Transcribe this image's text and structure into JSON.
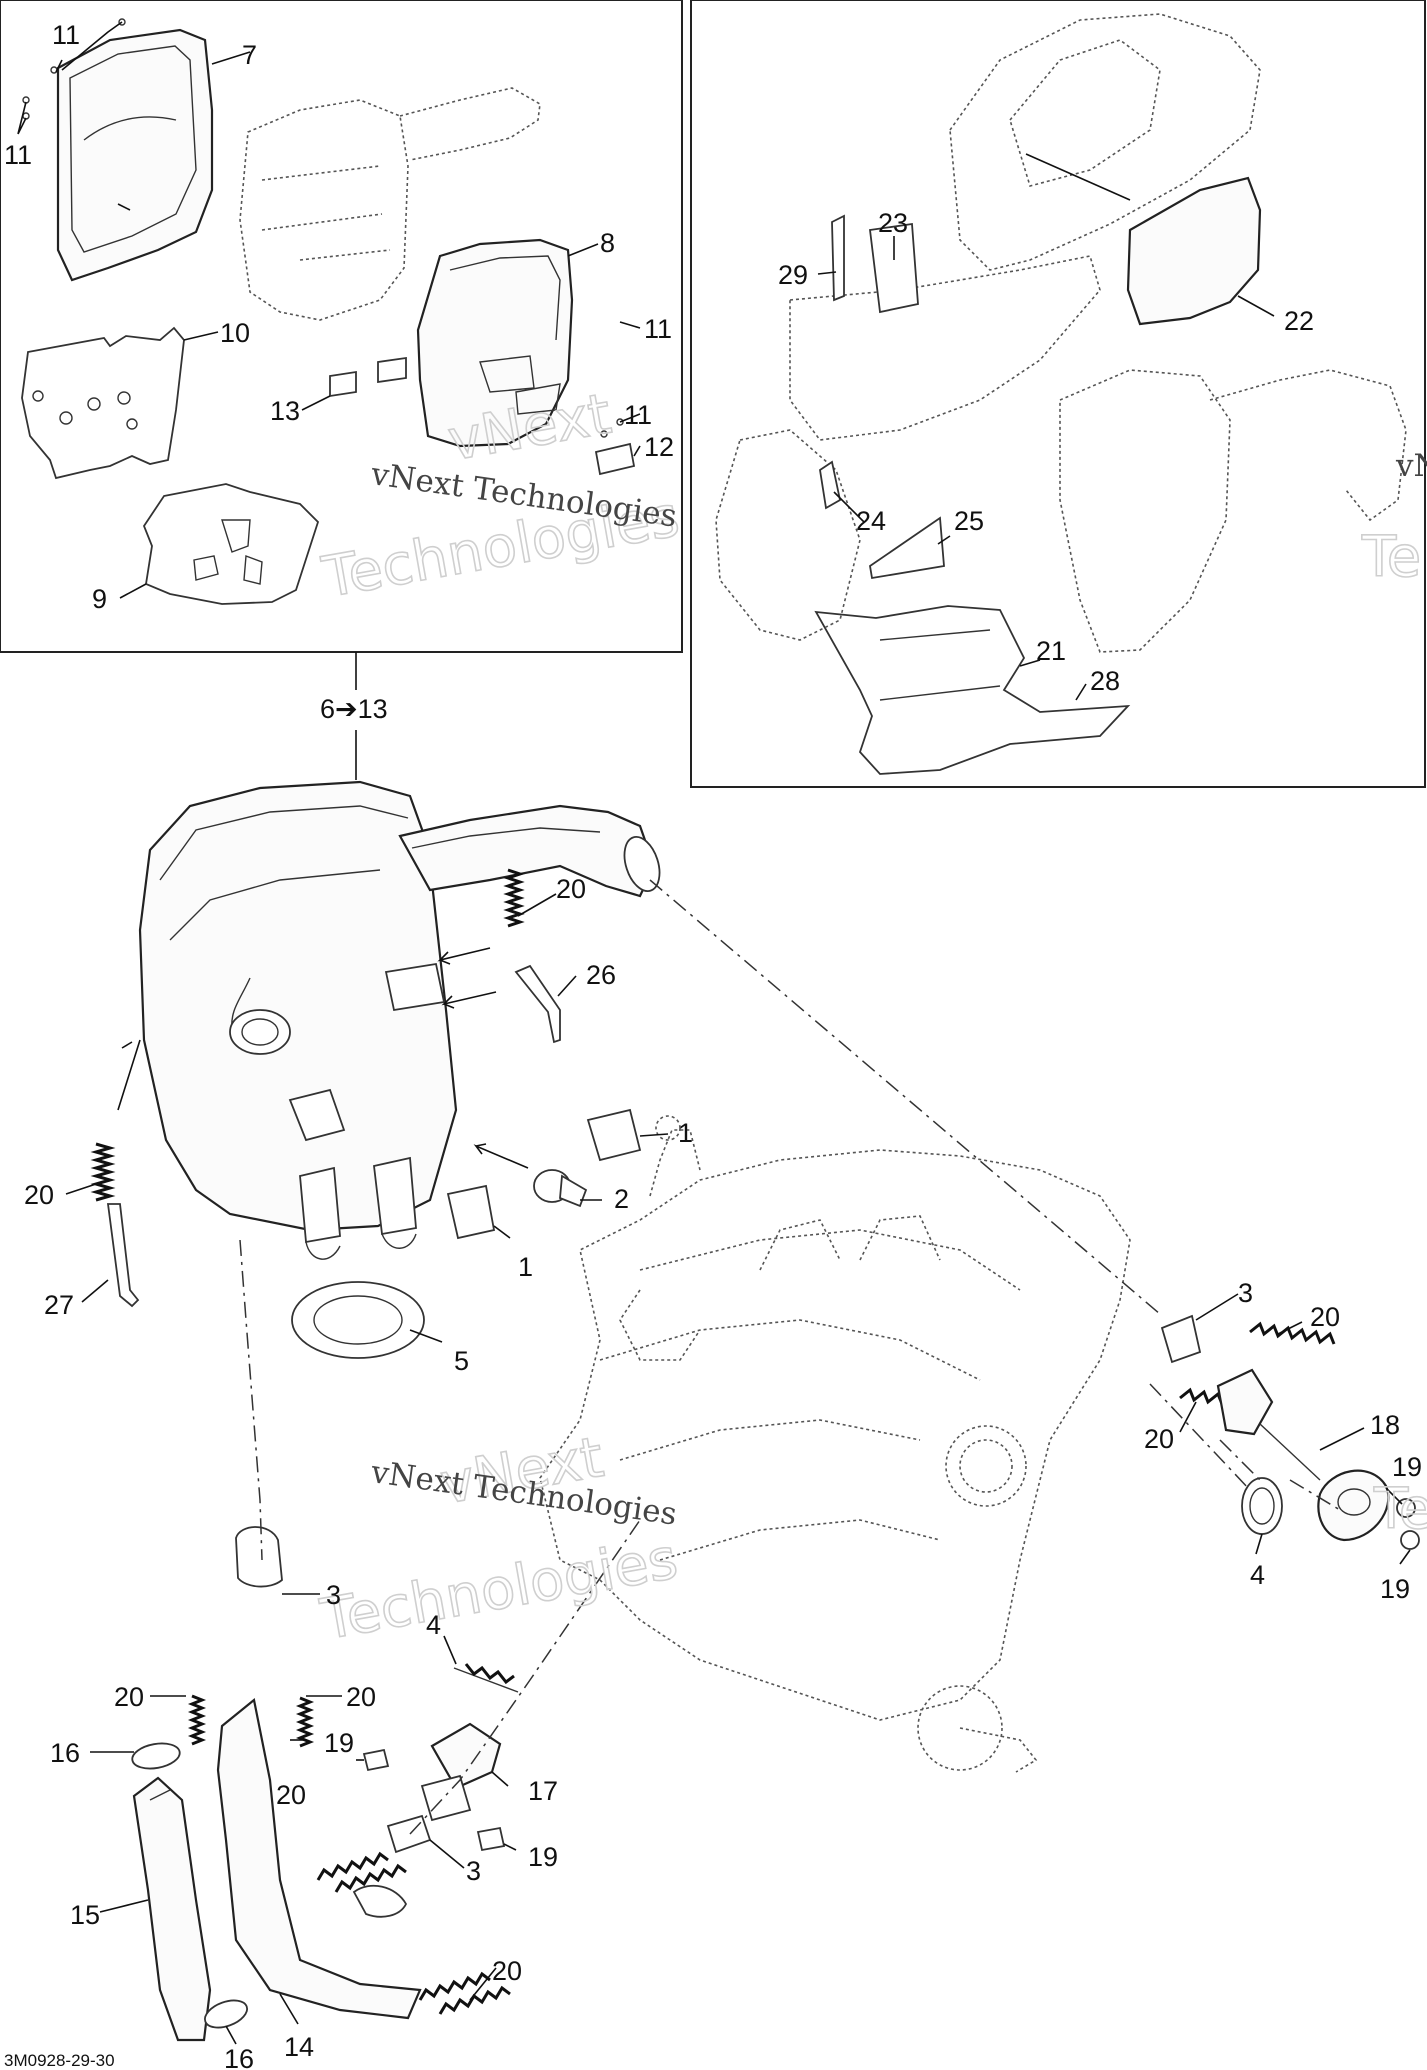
{
  "diagram": {
    "drawing_code": "3M0928-29-30",
    "group_reference": "6➔13",
    "watermark": {
      "main": "vNext Technologies",
      "ghost_top": "vNext",
      "ghost_bottom": "Technologies",
      "edge_fragment_1": "Te",
      "edge_fragment_2": "Te",
      "edge_fragment_3": "vN"
    },
    "callouts": {
      "c7": "7",
      "c11a": "11",
      "c11b": "11",
      "c10": "10",
      "c8": "8",
      "c11c": "11",
      "c11d": "11",
      "c12": "12",
      "c13": "13",
      "c9": "9",
      "c23": "23",
      "c29": "29",
      "c22": "22",
      "c24": "24",
      "c25": "25",
      "c21": "21",
      "c28": "28",
      "c20a": "20",
      "c26": "26",
      "c1a": "1",
      "c2": "2",
      "c1b": "1",
      "c20b": "20",
      "c27": "27",
      "c5": "5",
      "c3a": "3",
      "c20c": "20",
      "c18": "18",
      "c20d": "20",
      "c19a": "19",
      "c4a": "4",
      "c19b": "19",
      "c3b": "3",
      "c20e": "20",
      "c20f": "20",
      "c16a": "16",
      "c4b": "4",
      "c19c": "19",
      "c17": "17",
      "c20g": "20",
      "c15": "15",
      "c3c": "3",
      "c19d": "19",
      "c20h": "20",
      "c14": "14",
      "c16b": "16"
    }
  }
}
